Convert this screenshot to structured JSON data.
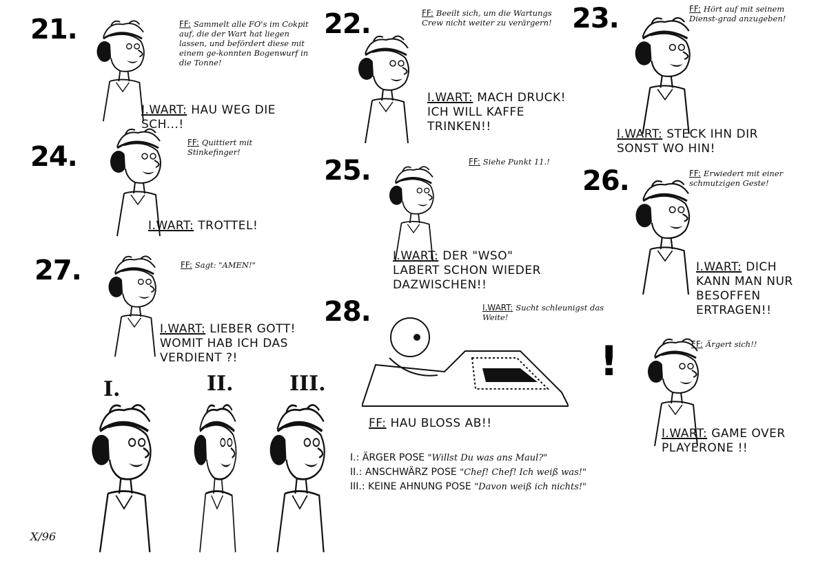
{
  "panels": [
    {
      "num": "21.",
      "ff": "Sammelt alle FO's im Cokpit auf, die der Wart hat liegen lassen, und befördert diese mit einem ge-konnten Bogenwurf in die Tonne!",
      "wart": "HAU WEG DIE SCH...!"
    },
    {
      "num": "22.",
      "ff": "Beeilt sich, um die Wartungs Crew nicht weiter zu verärgern!",
      "wart": "MACH DRUCK! ICH WILL KAFFE TRINKEN!!"
    },
    {
      "num": "23.",
      "ff": "Hört auf mit seinem Dienst-grad anzugeben!",
      "wart": "STECK IHN DIR SONST WO HIN!"
    },
    {
      "num": "24.",
      "ff": "Quittiert mit Stinkefinger!",
      "wart": "TROTTEL!"
    },
    {
      "num": "25.",
      "ff": "Siehe Punkt 11.!",
      "wart": "DER \"WSO\" LABERT SCHON WIEDER DAZWISCHEN!!"
    },
    {
      "num": "26.",
      "ff": "Erwiedert mit einer schmutzigen Geste!",
      "wart": "DICH KANN MAN NUR BESOFFEN ERTRAGEN!!"
    },
    {
      "num": "27.",
      "ff": "Sagt: \"AMEN!\"",
      "wart": "LIEBER GOTT! WOMIT HAB ICH DAS VERDIENT ?!"
    },
    {
      "num": "28.",
      "wart_label": "I.WART:",
      "wart_note": "Sucht schleunigst das Weite!",
      "ff_label": "FF:",
      "ff_speech": "HAU BLOSS AB!!"
    },
    {
      "num": "!",
      "ff": "Ärgert sich!!",
      "wart": "GAME OVER PLAYERONE !!"
    }
  ],
  "labels": {
    "ff": "FF:",
    "wart": "I.WART:"
  },
  "poses": {
    "numerals": [
      "I.",
      "II.",
      "III."
    ],
    "legend": [
      {
        "key": "I.:",
        "name": "ÄRGER POSE",
        "quote": "\"Willst Du was ans Maul?\""
      },
      {
        "key": "II.:",
        "name": "ANSCHWÄRZ POSE",
        "quote": "\"Chef! Chef! Ich weiß was!\""
      },
      {
        "key": "III.:",
        "name": "KEINE AHNUNG POSE",
        "quote": "\"Davon weiß ich nichts!\""
      }
    ]
  },
  "signature": "X/96",
  "icons": [
    "cartoon-figure-headset",
    "jet-cockpit-canopy"
  ]
}
